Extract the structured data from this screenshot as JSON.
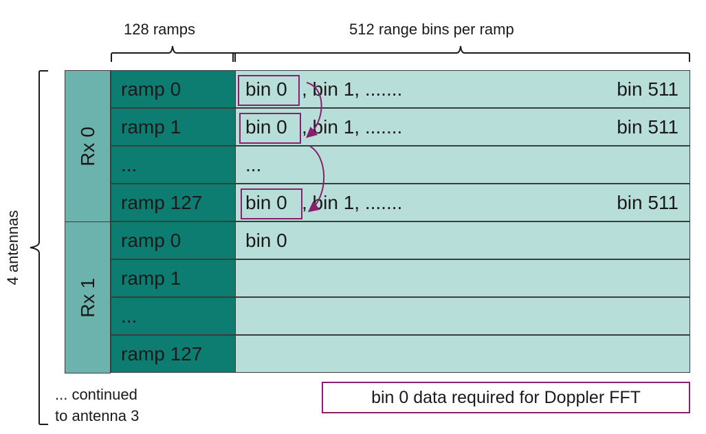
{
  "header": {
    "ramps_label": "128 ramps",
    "bins_label": "512 range bins per ramp"
  },
  "side_label": "4 antennas",
  "antennas": [
    {
      "label": "Rx 0",
      "rows": [
        {
          "ramp": "ramp 0",
          "bin0": "bin 0",
          "bin1": ", bin 1, .......",
          "bin_last": "bin 511"
        },
        {
          "ramp": "ramp 1",
          "bin0": "bin 0",
          "bin1": ", bin 1, .......",
          "bin_last": "bin 511"
        },
        {
          "ramp": "...",
          "bin0": "...",
          "bin1": "",
          "bin_last": ""
        },
        {
          "ramp": "ramp 127",
          "bin0": "bin 0",
          "bin1": ", bin 1, .......",
          "bin_last": "bin 511"
        }
      ]
    },
    {
      "label": "Rx 1",
      "rows": [
        {
          "ramp": "ramp 0",
          "bin0": "bin 0",
          "bin1": "",
          "bin_last": ""
        },
        {
          "ramp": "ramp 1",
          "bin0": "",
          "bin1": "",
          "bin_last": ""
        },
        {
          "ramp": "...",
          "bin0": "",
          "bin1": "",
          "bin_last": ""
        },
        {
          "ramp": "ramp 127",
          "bin0": "",
          "bin1": "",
          "bin_last": ""
        }
      ]
    }
  ],
  "footer": {
    "continued_line1": "... continued",
    "continued_line2": "to antenna 3",
    "legend": "bin 0 data required for Doppler FFT"
  },
  "colors": {
    "rx_column": "#6bb3ac",
    "ramp_column": "#0d7d72",
    "bins_area": "#b7ded8",
    "highlight": "#8a1f6e"
  }
}
